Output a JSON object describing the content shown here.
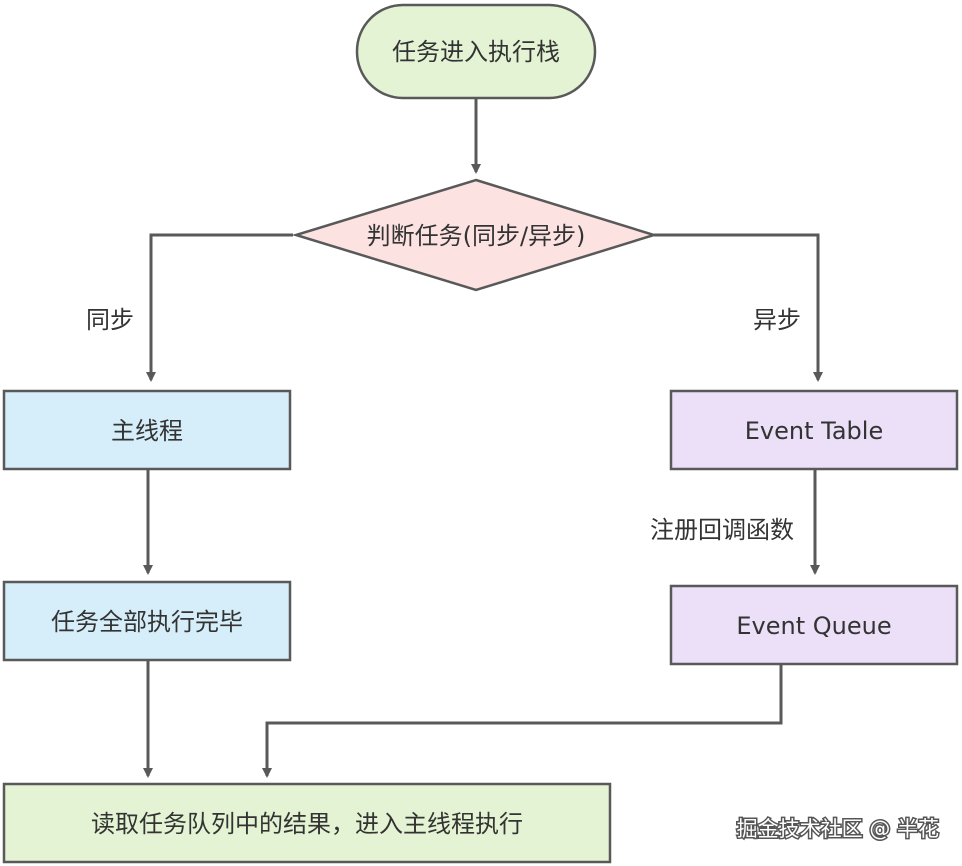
{
  "nodes": {
    "start": {
      "label": "任务进入执行栈",
      "fill": "#e3f3d3",
      "stroke": "#595959"
    },
    "decision": {
      "label": "判断任务(同步/异步)",
      "fill": "#fde2e2",
      "stroke": "#595959"
    },
    "main_thread": {
      "label": "主线程",
      "fill": "#d6eef9",
      "stroke": "#595959"
    },
    "tasks_done": {
      "label": "任务全部执行完毕",
      "fill": "#d6eef9",
      "stroke": "#595959"
    },
    "event_table": {
      "label": "Event Table",
      "fill": "#ebe0f7",
      "stroke": "#595959"
    },
    "event_queue": {
      "label": "Event Queue",
      "fill": "#ebe0f7",
      "stroke": "#595959"
    },
    "read_queue": {
      "label": "读取任务队列中的结果，进入主线程执行",
      "fill": "#e3f3d3",
      "stroke": "#595959"
    }
  },
  "edges": {
    "sync_label": "同步",
    "async_label": "异步",
    "register_label": "注册回调函数",
    "color": "#595959"
  },
  "watermark": "掘金技术社区 @ 半花"
}
